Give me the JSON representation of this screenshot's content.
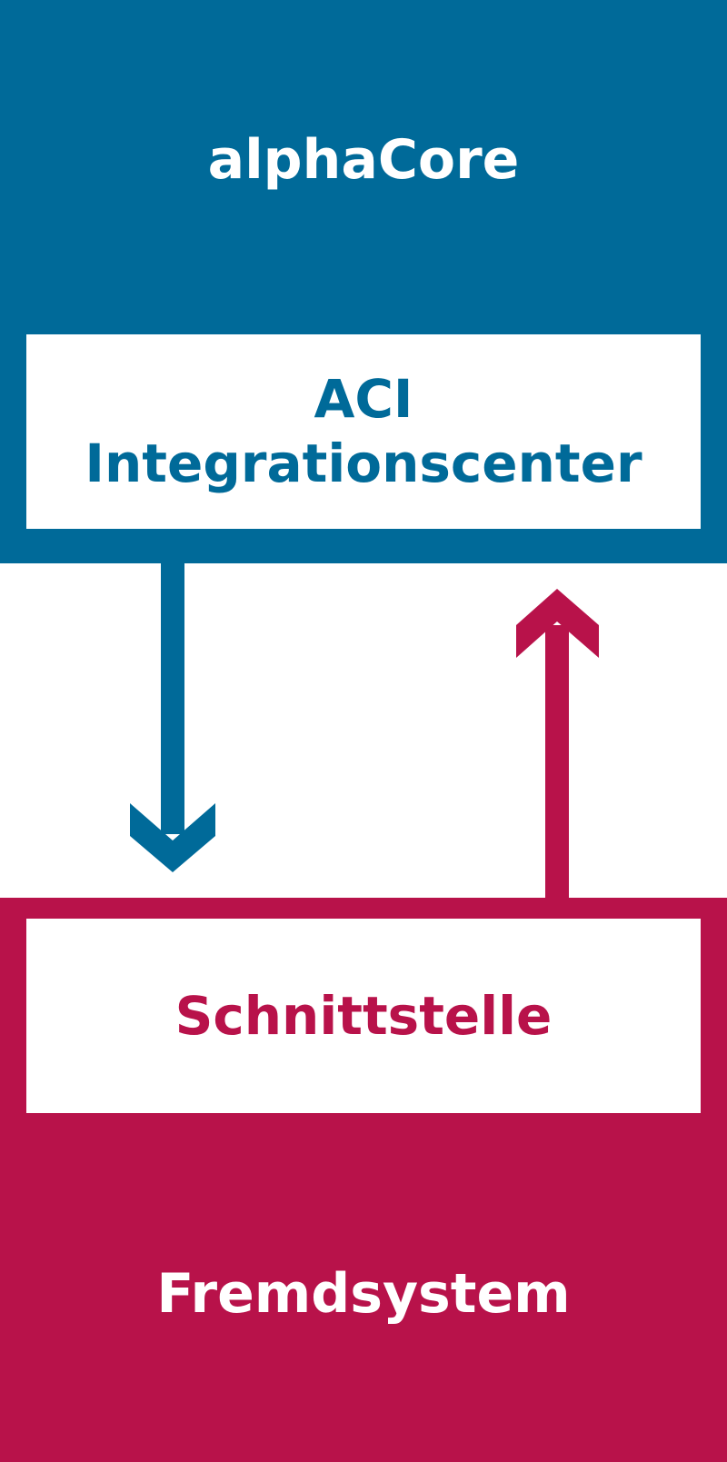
{
  "colors": {
    "primary_blue": "#006a99",
    "primary_red": "#b8124a",
    "white": "#ffffff"
  },
  "top_block": {
    "title": "alphaCore",
    "inner_box": {
      "line1": "ACI",
      "line2": "Integrationscenter"
    }
  },
  "bottom_block": {
    "title": "Fremdsystem",
    "inner_box": {
      "label": "Schnittstelle"
    }
  },
  "connectors": [
    {
      "direction": "down",
      "from": "alphaCore",
      "to": "Fremdsystem",
      "color": "#006a99"
    },
    {
      "direction": "up",
      "from": "Fremdsystem",
      "to": "alphaCore",
      "color": "#b8124a"
    }
  ]
}
